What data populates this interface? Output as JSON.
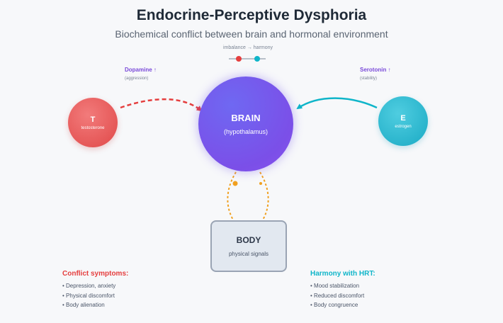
{
  "header": {
    "title": "Endocrine-Perceptive Dysphoria",
    "subtitle": "Biochemical conflict between brain and hormonal environment"
  },
  "scale": {
    "label": "imbalance → harmony",
    "left_color": "#e53e3e",
    "right_color": "#0fb5c9"
  },
  "nodes": {
    "testosterone": {
      "letter": "T",
      "label": "testosterone",
      "color": "#e04848"
    },
    "estrogen": {
      "letter": "E",
      "label": "estrogen",
      "color": "#1aaac4"
    },
    "brain": {
      "title": "BRAIN",
      "subtitle": "(hypothalamus)",
      "color": "#7b4fe8"
    },
    "body": {
      "title": "BODY",
      "subtitle": "physical signals"
    }
  },
  "hormones": {
    "dopamine": {
      "label": "Dopamine ↑",
      "note": "(aggression)"
    },
    "serotonin": {
      "label": "Serotonin ↑",
      "note": "(stability)"
    }
  },
  "conflict": {
    "heading": "Conflict symptoms:",
    "items": [
      "Depression, anxiety",
      "Physical discomfort",
      "Body alienation"
    ]
  },
  "harmony": {
    "heading": "Harmony with HRT:",
    "items": [
      "Mood stabilization",
      "Reduced discomfort",
      "Body congruence"
    ]
  }
}
